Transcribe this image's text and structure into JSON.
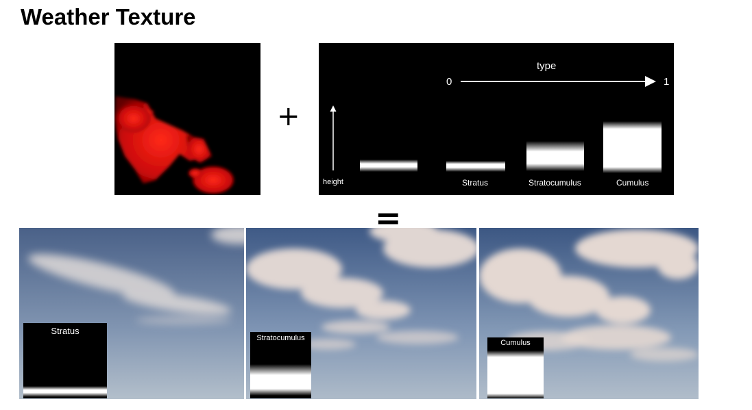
{
  "title": "Weather Texture",
  "operators": {
    "plus": "+",
    "equals": "="
  },
  "type_panel": {
    "axis_type_label": "type",
    "axis_start": "0",
    "axis_end": "1",
    "height_label": "height",
    "profiles": [
      "Stratus",
      "Stratocumulus",
      "Cumulus"
    ]
  },
  "results": [
    {
      "label": "Stratus"
    },
    {
      "label": "Stratocumulus"
    },
    {
      "label": "Cumulus"
    }
  ],
  "colors": {
    "weather_red": "#e01010",
    "sky_top": "#4a6590",
    "sky_bottom": "#aebccb",
    "cloud": "#e8dcd6"
  }
}
